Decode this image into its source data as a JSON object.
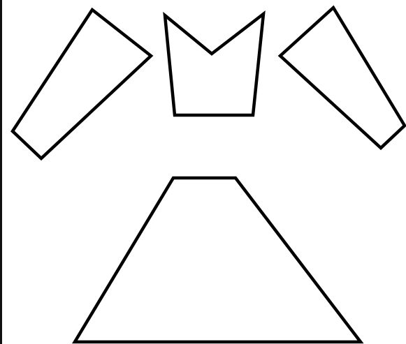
{
  "figure": {
    "background_color": "#ffffff",
    "stroke_color": "#000000",
    "shapes": [
      {
        "name": "left-sleeve-shape",
        "kind": "quadrilateral"
      },
      {
        "name": "bodice-shape",
        "kind": "notched-pentagon"
      },
      {
        "name": "right-sleeve-shape",
        "kind": "quadrilateral"
      },
      {
        "name": "skirt-shape",
        "kind": "trapezoid"
      }
    ]
  }
}
